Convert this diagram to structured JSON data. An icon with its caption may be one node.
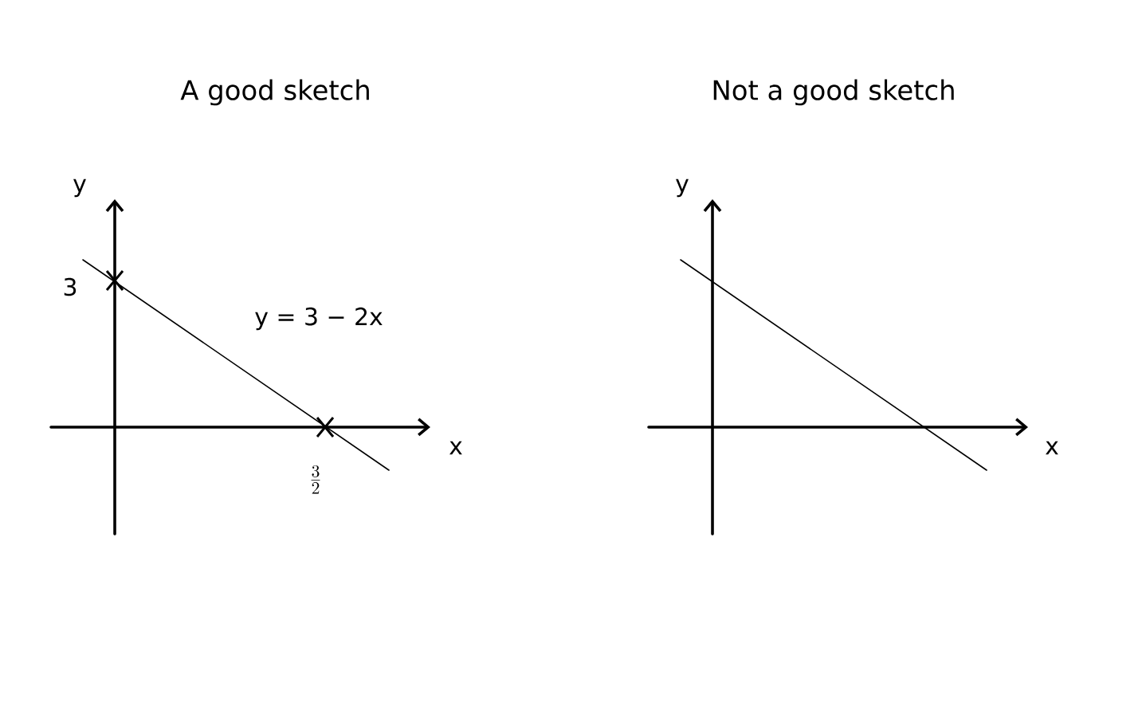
{
  "diagram": {
    "labels": [
      "A good sketch",
      "Not a good sketch",
      "y",
      "3",
      "y = 3 − 2x",
      "x",
      "\\frac{3}{2}",
      "y",
      "x"
    ]
  }
}
